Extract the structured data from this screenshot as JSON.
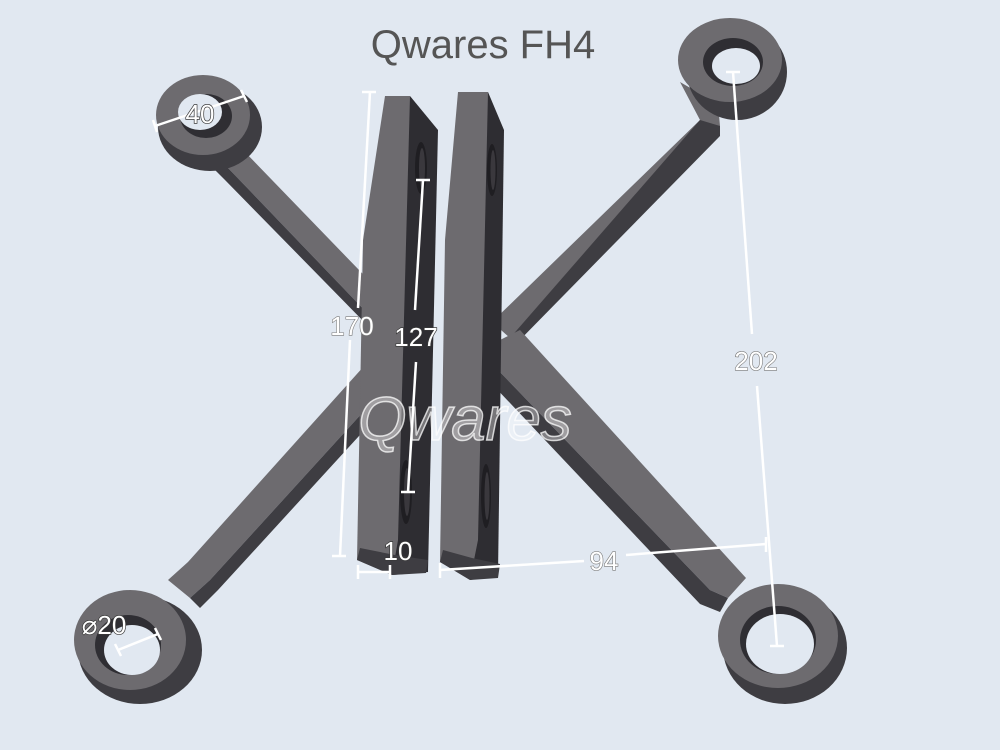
{
  "title": "Qwares FH4",
  "watermark": "Qwares",
  "dimensions": {
    "eye_outer": "40",
    "hole_diameter": "⌀20",
    "fin_height": "170",
    "slot_spacing": "127",
    "arm_span": "202",
    "fin_thickness": "10",
    "fin_width": "94"
  },
  "colors": {
    "background": "#e1e8f1",
    "metal_face": "#6d6b6f",
    "metal_side": "#3e3d42",
    "metal_edge": "#2a2a2e"
  }
}
